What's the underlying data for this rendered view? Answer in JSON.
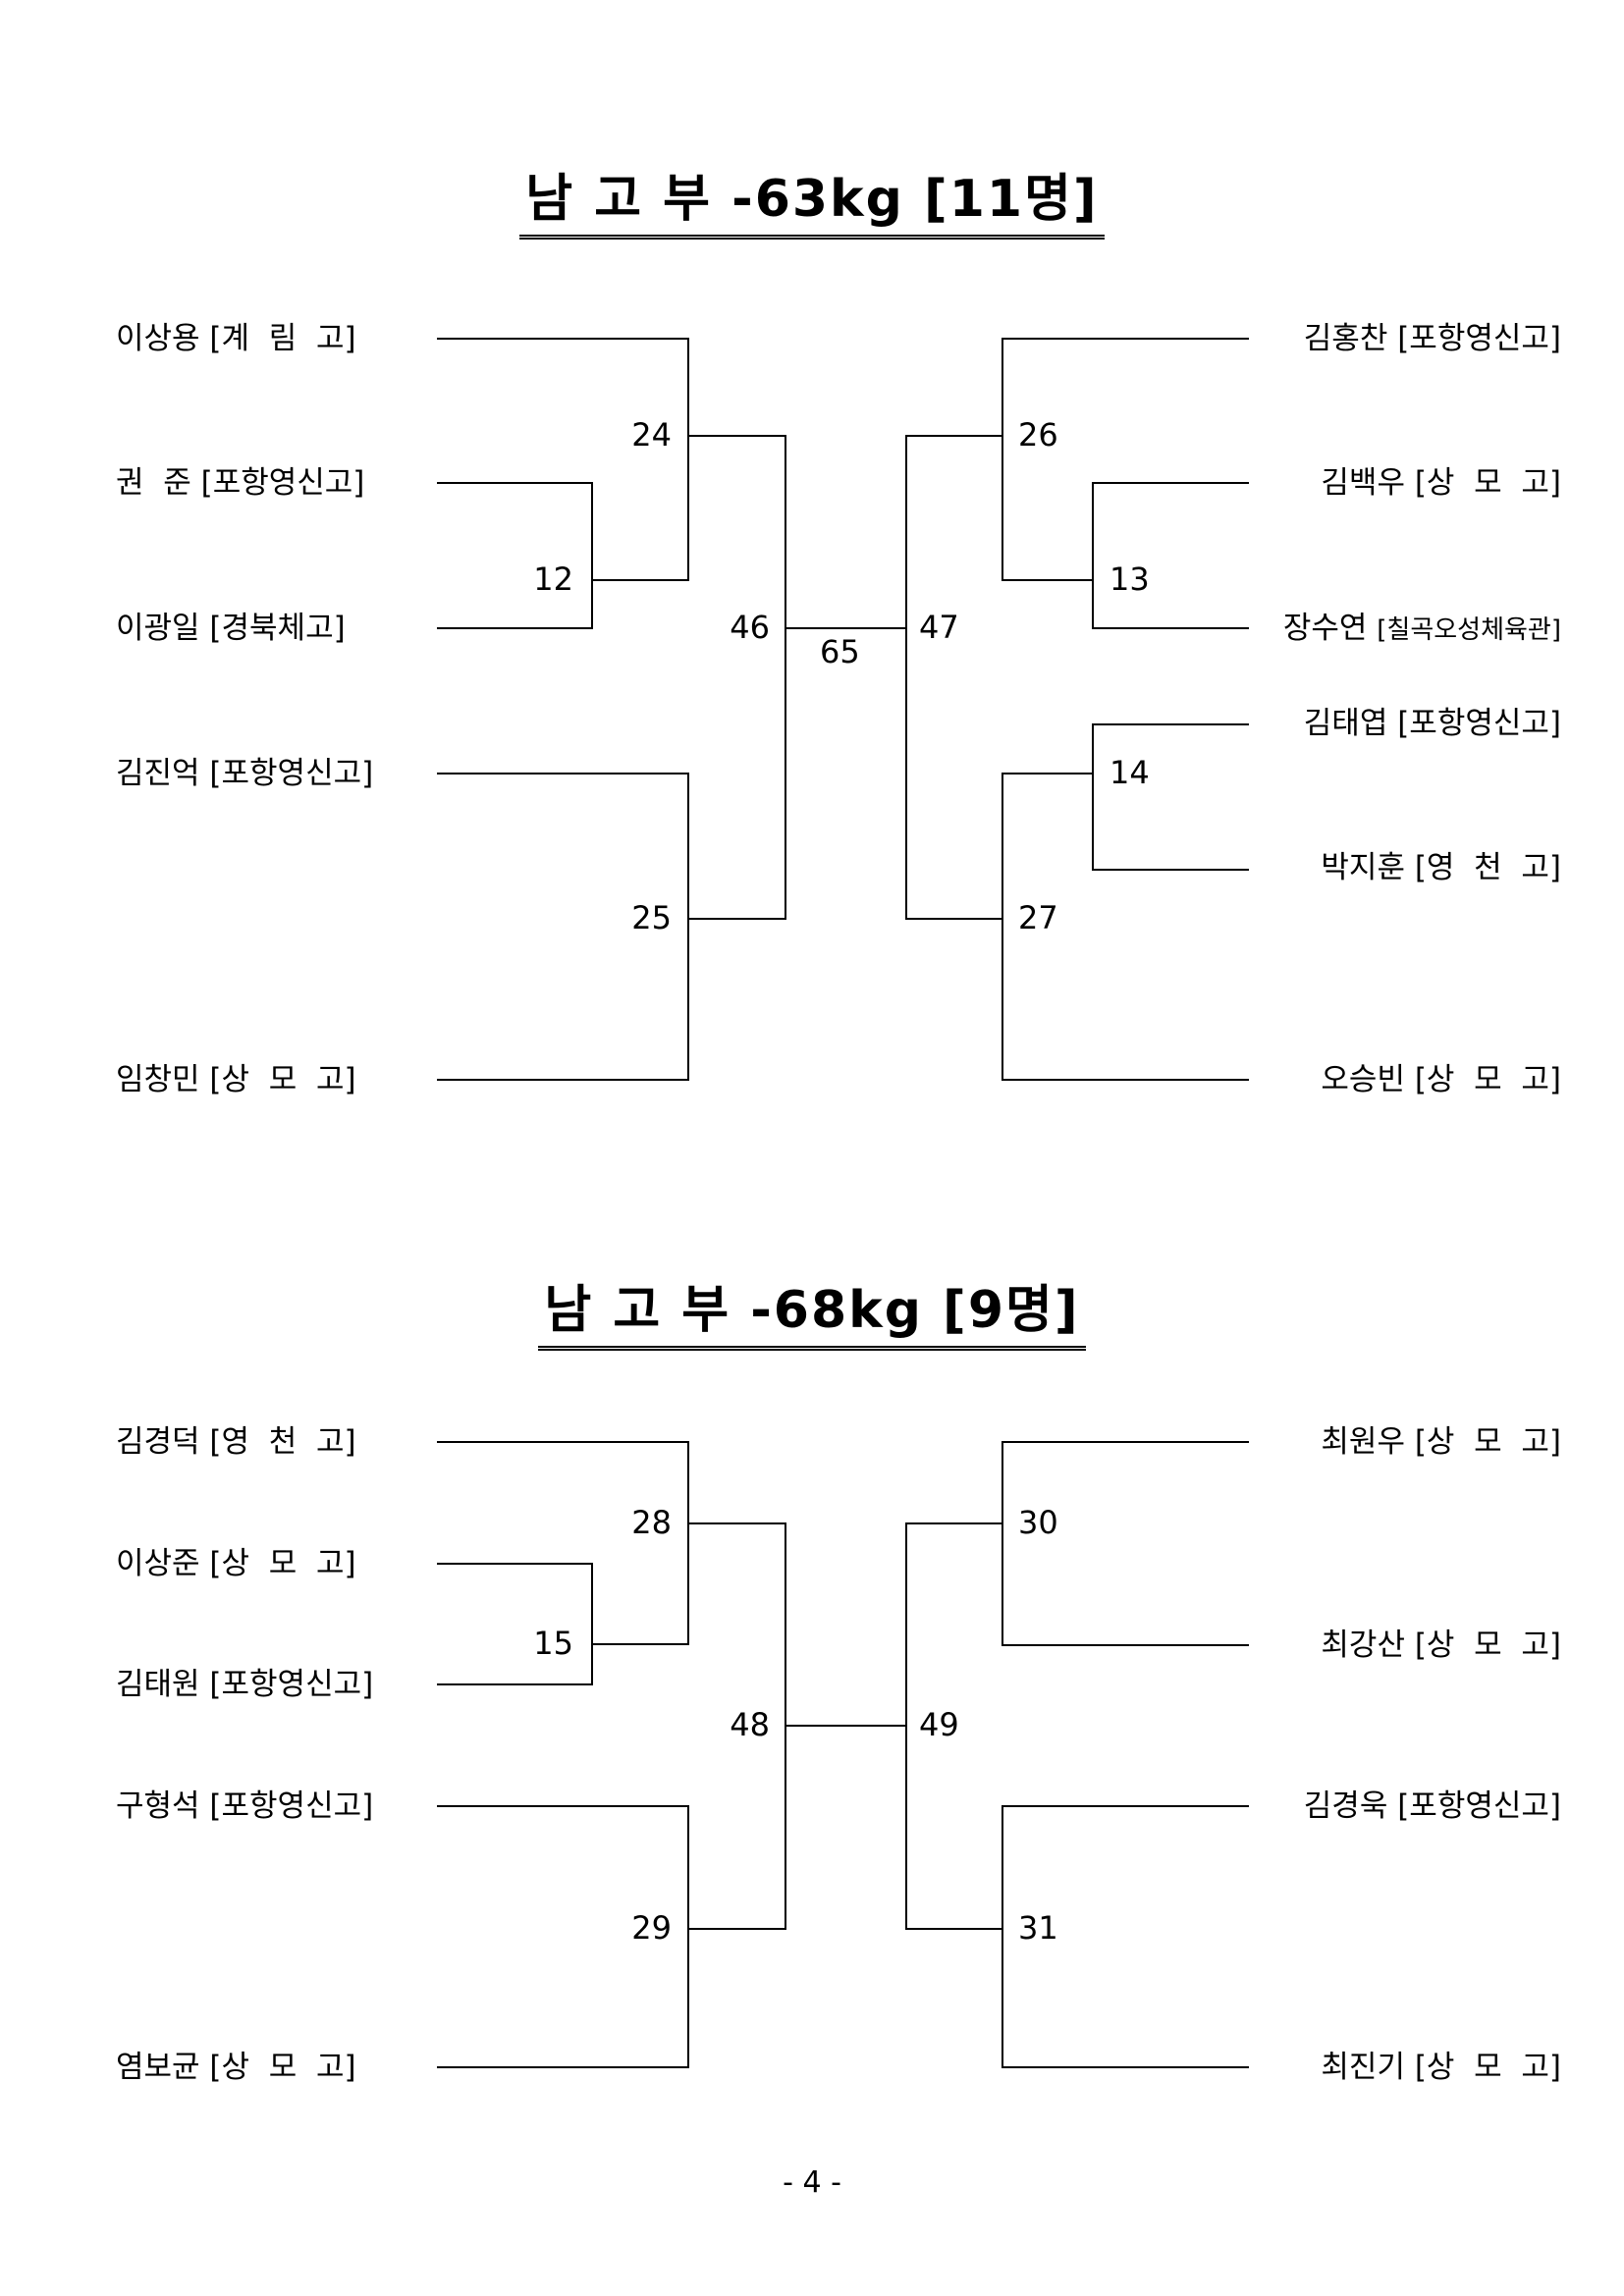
{
  "brackets": [
    {
      "title": "남 고 부 -63kg [11명]",
      "left": [
        {
          "name": "이상용",
          "team": "[계  림  고]"
        },
        {
          "name": "권  준",
          "team": "[포항영신고]"
        },
        {
          "name": "이광일",
          "team": "[경북체고]"
        },
        {
          "name": "김진억",
          "team": "[포항영신고]"
        },
        {
          "name": "임창민",
          "team": "[상  모  고]"
        }
      ],
      "right": [
        {
          "name": "김홍찬",
          "team": "[포항영신고]"
        },
        {
          "name": "김백우",
          "team": "[상  모  고]"
        },
        {
          "name": "장수연",
          "team": "[칠곡오성체육관]"
        },
        {
          "name": "김태엽",
          "team": "[포항영신고]"
        },
        {
          "name": "박지훈",
          "team": "[영  천  고]"
        },
        {
          "name": "오승빈",
          "team": "[상  모  고]"
        }
      ],
      "matches": [
        "24",
        "12",
        "25",
        "46",
        "65",
        "47",
        "26",
        "13",
        "14",
        "27"
      ]
    },
    {
      "title": "남 고 부 -68kg [9명]",
      "left": [
        {
          "name": "김경덕",
          "team": "[영  천  고]"
        },
        {
          "name": "이상준",
          "team": "[상  모  고]"
        },
        {
          "name": "김태원",
          "team": "[포항영신고]"
        },
        {
          "name": "구형석",
          "team": "[포항영신고]"
        },
        {
          "name": "염보균",
          "team": "[상  모  고]"
        }
      ],
      "right": [
        {
          "name": "최원우",
          "team": "[상  모  고]"
        },
        {
          "name": "최강산",
          "team": "[상  모  고]"
        },
        {
          "name": "김경욱",
          "team": "[포항영신고]"
        },
        {
          "name": "최진기",
          "team": "[상  모  고]"
        }
      ],
      "matches": [
        "28",
        "15",
        "29",
        "48",
        "49",
        "30",
        "31"
      ]
    }
  ],
  "footer": "- 4 -"
}
